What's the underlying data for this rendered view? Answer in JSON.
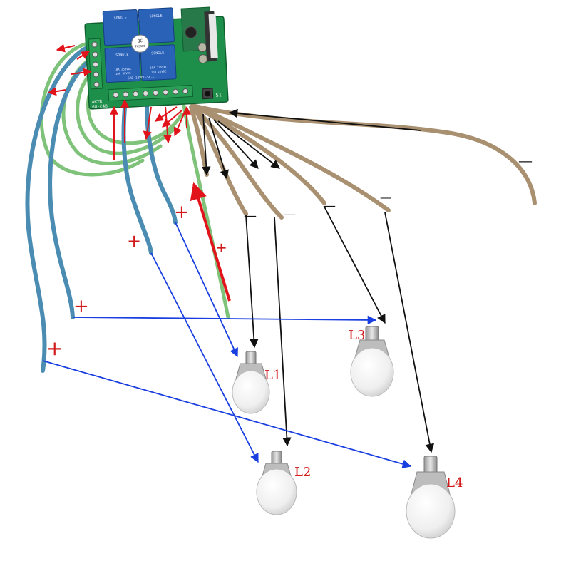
{
  "board": {
    "model_label": "AKTR 68-C4B",
    "model_line1": "AKTR",
    "model_line2": "68-C4B",
    "button_label": "S1",
    "relay_labels": [
      "SONGLE",
      "SONGLE",
      "SONGLE",
      "SONGLE"
    ],
    "relay_rating_lines": [
      "10A 250VAC",
      "10A 125VAC",
      "10A 30VDC",
      "10A 28VDC"
    ],
    "relay_model": "SRD-12VDC-SL-C",
    "sticker_line1": "QC",
    "sticker_line2": "PASSED"
  },
  "polarity": {
    "plus": "+",
    "minus": "—"
  },
  "lamps": [
    {
      "label": "L1"
    },
    {
      "label": "L2"
    },
    {
      "label": "L3"
    },
    {
      "label": "L4"
    }
  ],
  "colors": {
    "pcb": "#1e8f4a",
    "relay": "#2a62b8",
    "wire_blue": "#4b8cb3",
    "wire_green": "#7fc27a",
    "wire_brown": "#a89070",
    "arrow_red": "#e1141c",
    "arrow_blue": "#1a3fe0",
    "arrow_black": "#111111",
    "label_red": "#d11a1a"
  }
}
